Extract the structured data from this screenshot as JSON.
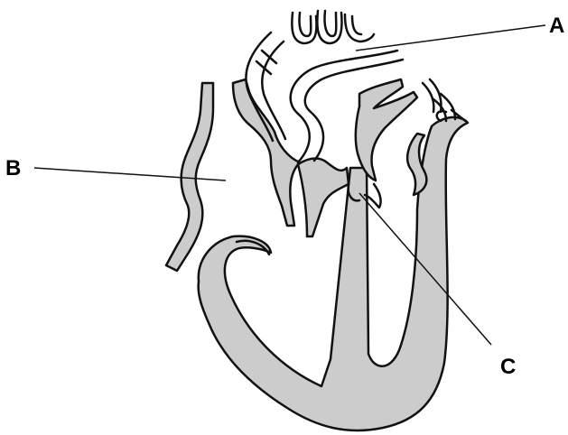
{
  "diagram": {
    "labels": {
      "a": "A",
      "b": "B",
      "c": "C"
    },
    "colors": {
      "outline": "#111111",
      "tissue": "#cccccc",
      "background": "#ffffff"
    }
  }
}
